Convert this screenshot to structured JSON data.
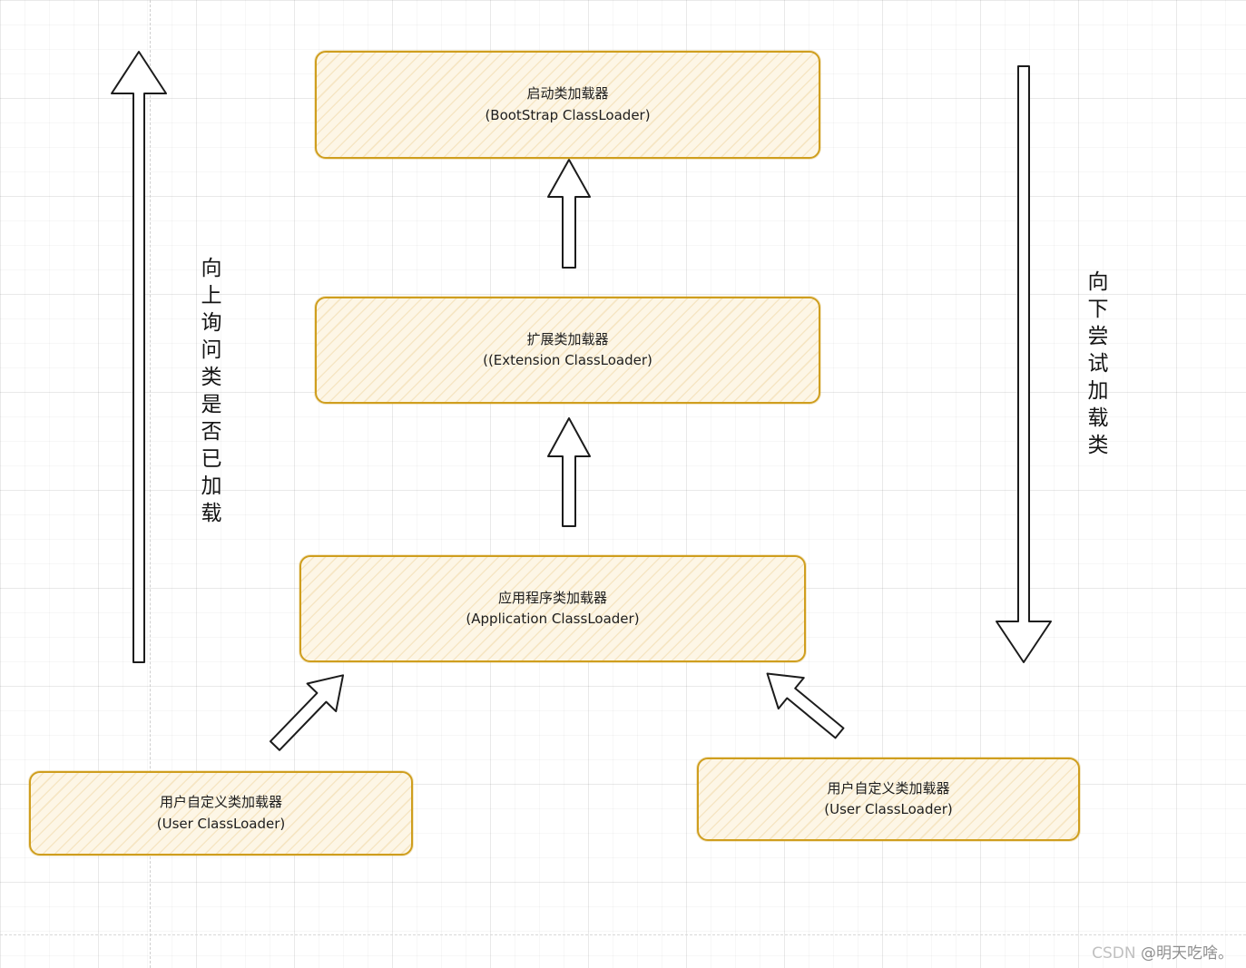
{
  "diagram": {
    "boxes": [
      {
        "id": "bootstrap",
        "title": "启动类加载器",
        "subtitle": "(BootStrap ClassLoader)"
      },
      {
        "id": "extension",
        "title": "扩展类加载器",
        "subtitle": "((Extension ClassLoader)"
      },
      {
        "id": "application",
        "title": "应用程序类加载器",
        "subtitle": "(Application ClassLoader)"
      },
      {
        "id": "user_left",
        "title": "用户自定义类加载器",
        "subtitle": "(User ClassLoader)"
      },
      {
        "id": "user_right",
        "title": "用户自定义类加载器",
        "subtitle": "(User ClassLoader)"
      }
    ],
    "left_label": "向上询问类是否已加载",
    "right_label": "向下尝试加载类",
    "colors": {
      "box_border": "#cf9e1e",
      "box_fill": "#fdf6e6",
      "arrow_outline": "#1c1c1c"
    }
  },
  "watermark": {
    "brand": "CSDN ",
    "user": "@明天吃啥。"
  }
}
